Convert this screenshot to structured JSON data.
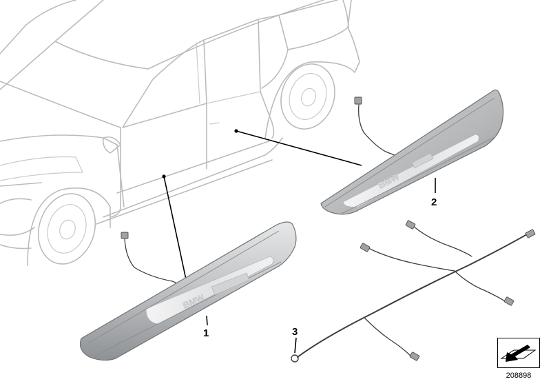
{
  "callouts": [
    {
      "number": "1",
      "part": "door-sill-front"
    },
    {
      "number": "2",
      "part": "door-sill-rear"
    },
    {
      "number": "3",
      "part": "wiring-harness"
    }
  ],
  "sill_logo": "BMW",
  "document_number": "208898",
  "nav_icon": "arrow-down-left-icon"
}
